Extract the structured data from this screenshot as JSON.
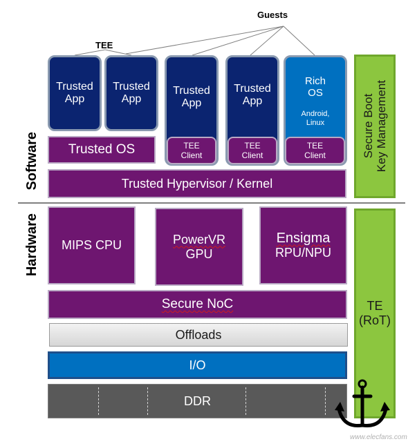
{
  "labels": {
    "guests": "Guests",
    "tee": "TEE",
    "software": "Software",
    "hardware": "Hardware"
  },
  "guest_boxes": [
    {
      "line1": "Trusted",
      "line2": "App"
    },
    {
      "line1": "Trusted",
      "line2": "App"
    },
    {
      "line1": "Trusted",
      "line2": "App"
    },
    {
      "line1": "Trusted",
      "line2": "App"
    }
  ],
  "rich_os": {
    "line1": "Rich",
    "line2": "OS",
    "sub1": "Android,",
    "sub2": "Linux"
  },
  "tee_clients": [
    {
      "line1": "TEE",
      "line2": "Client"
    },
    {
      "line1": "TEE",
      "line2": "Client"
    },
    {
      "line1": "TEE",
      "line2": "Client"
    }
  ],
  "trusted_os": "Trusted OS",
  "hypervisor": "Trusted Hypervisor / Kernel",
  "secure_boot": {
    "line1": "Secure Boot",
    "line2": "Key Management"
  },
  "hw": {
    "mips": "MIPS CPU",
    "powervr_1": "PowerVR",
    "powervr_2": "GPU",
    "ensigma_1": "Ensigma",
    "ensigma_2": "RPU/NPU",
    "secure_noc": "Secure NoC",
    "offloads": "Offloads",
    "io": "I/O",
    "ddr": "DDR"
  },
  "te": {
    "line1": "TE",
    "line2": "(RoT)"
  },
  "watermark": "www.elecfans.com",
  "colors": {
    "navy": "#0b2470",
    "purple": "#6e1670",
    "blue": "#0070c0",
    "green": "#8cc63f",
    "ddr_gray": "#595959"
  }
}
